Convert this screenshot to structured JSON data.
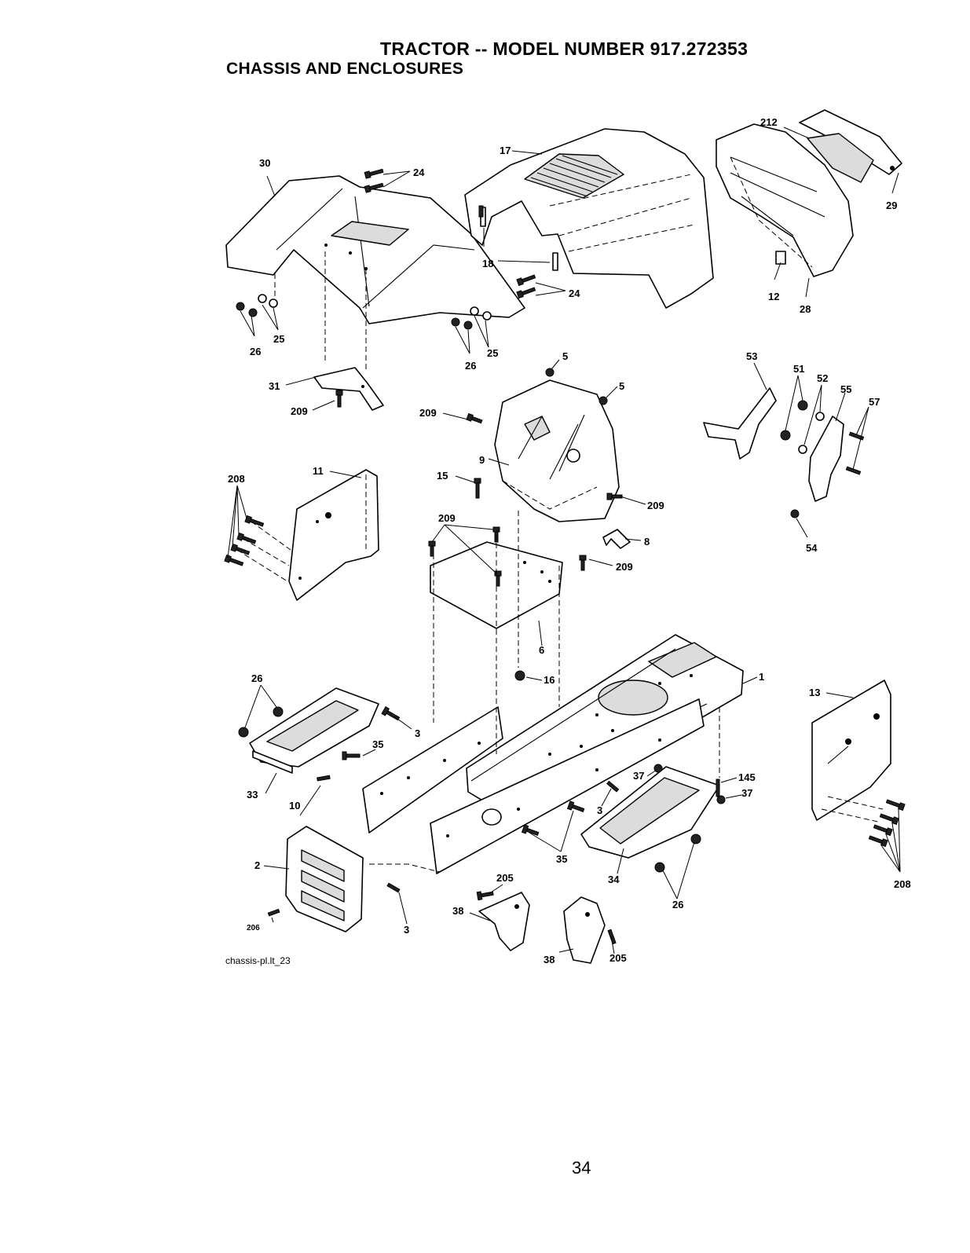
{
  "header": {
    "title": "TRACTOR -- MODEL NUMBER 917.272353",
    "subtitle": "CHASSIS AND ENCLOSURES"
  },
  "figure_id": "chassis-pl.lt_23",
  "page_number": "34",
  "callouts": [
    {
      "id": "c-30",
      "label": "30"
    },
    {
      "id": "c-24a",
      "label": "24"
    },
    {
      "id": "c-17",
      "label": "17"
    },
    {
      "id": "c-212",
      "label": "212"
    },
    {
      "id": "c-29",
      "label": "29"
    },
    {
      "id": "c-18",
      "label": "18"
    },
    {
      "id": "c-24b",
      "label": "24"
    },
    {
      "id": "c-12",
      "label": "12"
    },
    {
      "id": "c-28",
      "label": "28"
    },
    {
      "id": "c-25a",
      "label": "25"
    },
    {
      "id": "c-26a",
      "label": "26"
    },
    {
      "id": "c-25b",
      "label": "25"
    },
    {
      "id": "c-26b",
      "label": "26"
    },
    {
      "id": "c-5a",
      "label": "5"
    },
    {
      "id": "c-5b",
      "label": "5"
    },
    {
      "id": "c-53",
      "label": "53"
    },
    {
      "id": "c-51",
      "label": "51"
    },
    {
      "id": "c-52",
      "label": "52"
    },
    {
      "id": "c-55",
      "label": "55"
    },
    {
      "id": "c-57",
      "label": "57"
    },
    {
      "id": "c-31",
      "label": "31"
    },
    {
      "id": "c-209a",
      "label": "209"
    },
    {
      "id": "c-209b",
      "label": "209"
    },
    {
      "id": "c-9",
      "label": "9"
    },
    {
      "id": "c-208a",
      "label": "208"
    },
    {
      "id": "c-11",
      "label": "11"
    },
    {
      "id": "c-15",
      "label": "15"
    },
    {
      "id": "c-209c",
      "label": "209"
    },
    {
      "id": "c-209d",
      "label": "209"
    },
    {
      "id": "c-54",
      "label": "54"
    },
    {
      "id": "c-8",
      "label": "8"
    },
    {
      "id": "c-209e",
      "label": "209"
    },
    {
      "id": "c-6",
      "label": "6"
    },
    {
      "id": "c-16",
      "label": "16"
    },
    {
      "id": "c-1",
      "label": "1"
    },
    {
      "id": "c-13",
      "label": "13"
    },
    {
      "id": "c-26c",
      "label": "26"
    },
    {
      "id": "c-3a",
      "label": "3"
    },
    {
      "id": "c-35a",
      "label": "35"
    },
    {
      "id": "c-33",
      "label": "33"
    },
    {
      "id": "c-10",
      "label": "10"
    },
    {
      "id": "c-37a",
      "label": "37"
    },
    {
      "id": "c-145",
      "label": "145"
    },
    {
      "id": "c-37b",
      "label": "37"
    },
    {
      "id": "c-3b",
      "label": "3"
    },
    {
      "id": "c-2",
      "label": "2"
    },
    {
      "id": "c-35b",
      "label": "35"
    },
    {
      "id": "c-34",
      "label": "34"
    },
    {
      "id": "c-26d",
      "label": "26"
    },
    {
      "id": "c-208b",
      "label": "208"
    },
    {
      "id": "c-205a",
      "label": "205"
    },
    {
      "id": "c-3c",
      "label": "3"
    },
    {
      "id": "c-38a",
      "label": "38"
    },
    {
      "id": "c-206",
      "label": "206"
    },
    {
      "id": "c-38b",
      "label": "38"
    },
    {
      "id": "c-205b",
      "label": "205"
    }
  ]
}
